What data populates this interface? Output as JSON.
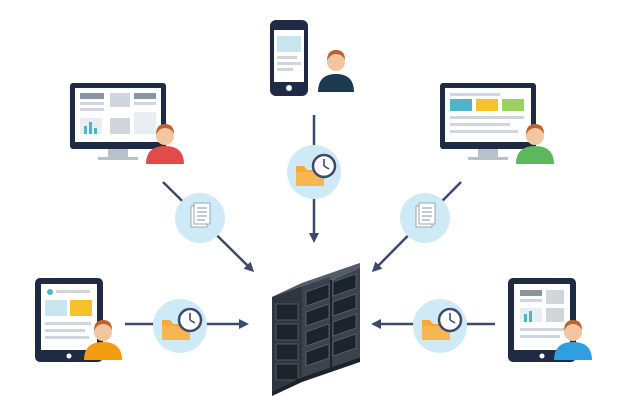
{
  "diagram": {
    "nodes": [
      {
        "id": "phone",
        "device": "smartphone",
        "user_shirt": "#1b3a4f"
      },
      {
        "id": "monitor-left",
        "device": "desktop-monitor",
        "user_shirt": "#e24b4b"
      },
      {
        "id": "monitor-right",
        "device": "desktop-monitor",
        "user_shirt": "#5cb85c"
      },
      {
        "id": "tablet-left",
        "device": "tablet",
        "user_shirt": "#f39c12"
      },
      {
        "id": "tablet-right",
        "device": "tablet",
        "user_shirt": "#2f9fe0"
      },
      {
        "id": "server",
        "device": "server-rack"
      }
    ],
    "connections": [
      {
        "from": "phone",
        "to": "server",
        "badge": "folder-clock-icon"
      },
      {
        "from": "monitor-left",
        "to": "server",
        "badge": "document-icon"
      },
      {
        "from": "monitor-right",
        "to": "server",
        "badge": "document-icon"
      },
      {
        "from": "tablet-left",
        "to": "server",
        "badge": "folder-clock-icon"
      },
      {
        "from": "tablet-right",
        "to": "server",
        "badge": "folder-clock-icon"
      }
    ],
    "colors": {
      "device_frame": "#1f2a44",
      "arrow": "#3d4a6b",
      "badge_circle": "#cfeaf7",
      "folder": "#f6a93b",
      "screen_accent": "#4fb3c9",
      "server_body": "#2f3640"
    }
  }
}
